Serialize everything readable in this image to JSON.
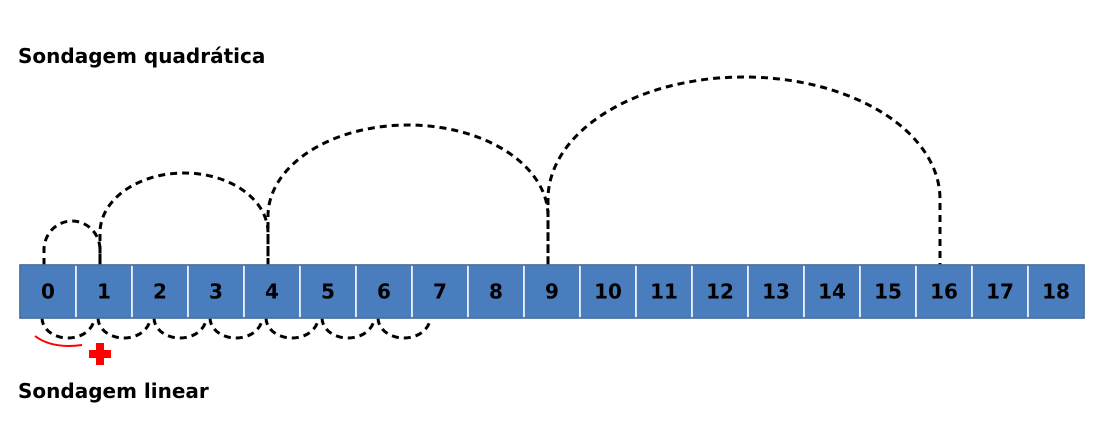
{
  "titles": {
    "quadratic": "Sondagem quadrática",
    "linear": "Sondagem linear"
  },
  "array": {
    "cells": [
      "0",
      "1",
      "2",
      "3",
      "4",
      "5",
      "6",
      "7",
      "8",
      "9",
      "10",
      "11",
      "12",
      "13",
      "14",
      "15",
      "16",
      "17",
      "18"
    ]
  },
  "quadratic_probes": [
    {
      "from": 0,
      "to": 1
    },
    {
      "from": 1,
      "to": 4
    },
    {
      "from": 4,
      "to": 9
    },
    {
      "from": 9,
      "to": 16
    }
  ],
  "linear_probes": [
    {
      "from": 0,
      "to": 1
    },
    {
      "from": 1,
      "to": 2
    },
    {
      "from": 2,
      "to": 3
    },
    {
      "from": 3,
      "to": 4
    },
    {
      "from": 4,
      "to": 5
    },
    {
      "from": 5,
      "to": 6
    },
    {
      "from": 6,
      "to": 7
    }
  ],
  "colors": {
    "cell_fill": "#4a7dbd",
    "cell_text": "#000000",
    "arc": "#000000",
    "marker": "#ff0000"
  },
  "marker": {
    "icon": "red-plus-icon",
    "stroke": "red-curve-stroke"
  }
}
